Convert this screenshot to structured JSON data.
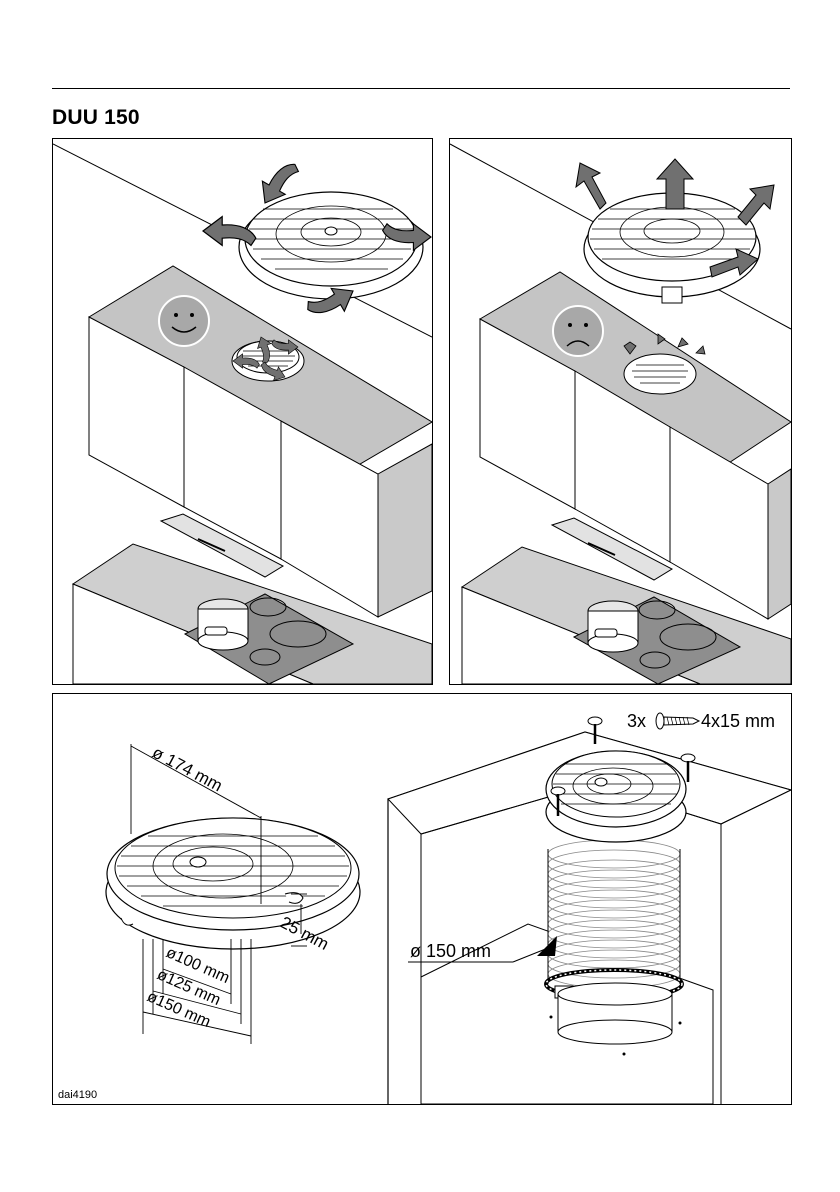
{
  "header": {
    "title": "DUU 150"
  },
  "dimensions": {
    "diameter_outer": "ø 174 mm",
    "height": "25 mm",
    "d100": "ø100 mm",
    "d125": "ø125 mm",
    "d150": "ø150 mm",
    "duct_diameter": "ø 150 mm"
  },
  "screws": {
    "count": "3x",
    "size": "4x15 mm"
  },
  "figure_id": "dai4190",
  "colors": {
    "arrow": "#707070",
    "counter": "#b8b8b8",
    "face": "#a8a8a8",
    "hob": "#8e8e8e"
  }
}
